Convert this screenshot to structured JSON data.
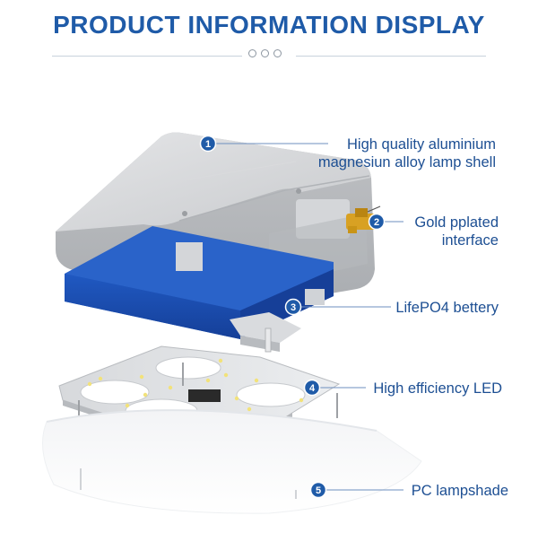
{
  "header": {
    "title": "PRODUCT INFORMATION DISPLAY"
  },
  "callouts": [
    {
      "number": "1",
      "line1": "High quality aluminium",
      "line2": "magnesiun alloy lamp shell"
    },
    {
      "number": "2",
      "line1": "Gold pplated",
      "line2": "interface"
    },
    {
      "number": "3",
      "line1": "LifePO4 bettery"
    },
    {
      "number": "4",
      "line1": "High efficiency LED"
    },
    {
      "number": "5",
      "line1": "PC lampshade"
    }
  ],
  "colors": {
    "title": "#1f5ba8",
    "badge": "#1f5ba8",
    "battery": "#1a4fb5",
    "shell": "#c9cbce",
    "leader_line": "#6d8fbf"
  }
}
